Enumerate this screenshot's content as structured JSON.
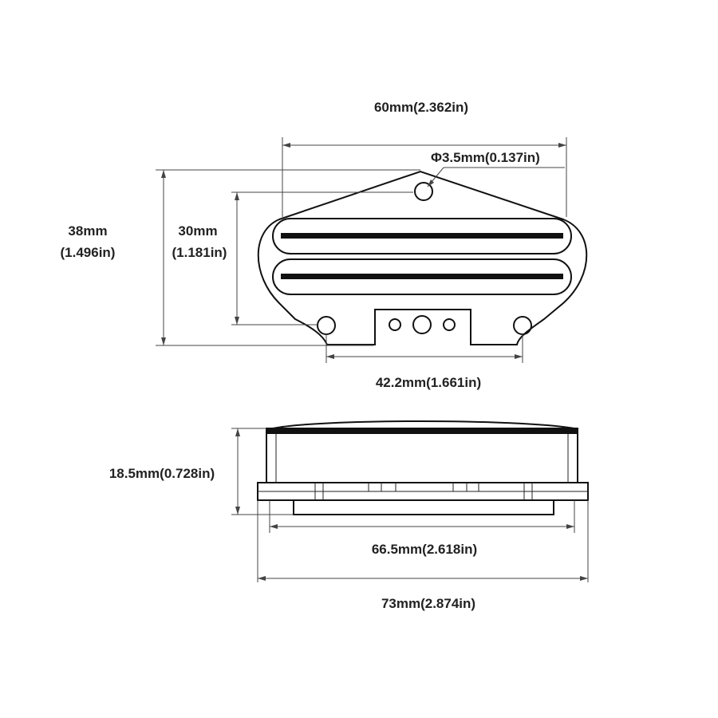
{
  "top_view": {
    "width_label": "60mm(2.362in)",
    "hole_label": "Φ3.5mm(0.137in)",
    "height_total_label": [
      "38mm",
      "(1.496in)"
    ],
    "height_inner_label": [
      "30mm",
      "(1.181in)"
    ],
    "hole_spacing_label": "42.2mm(1.661in)"
  },
  "side_view": {
    "height_label": "18.5mm(0.728in)",
    "inner_width_label": "66.5mm(2.618in)",
    "total_width_label": "73mm(2.874in)"
  }
}
